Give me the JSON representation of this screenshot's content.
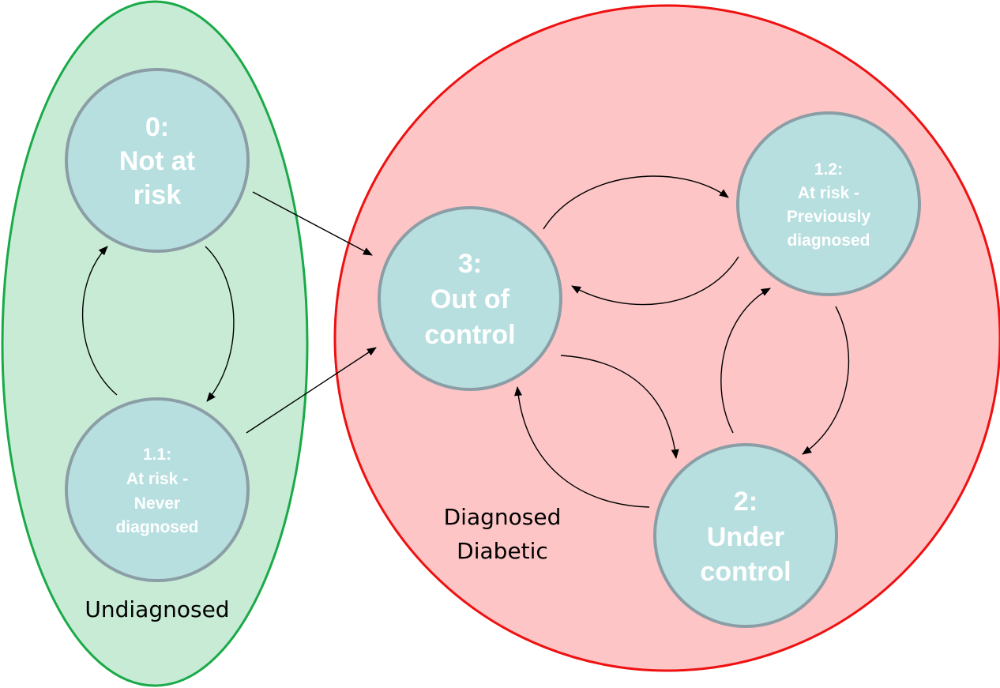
{
  "colors": {
    "undiagnosed_fill": "#c8ebd5",
    "undiagnosed_stroke": "#1aaa48",
    "diagnosed_fill": "#fdc5c6",
    "diagnosed_stroke": "#ee1111",
    "state_fill": "#b8dfe0",
    "state_stroke": "#8b9ea6",
    "state_text": "#ffffff"
  },
  "regions": {
    "undiagnosed": {
      "label": "Undiagnosed"
    },
    "diagnosed": {
      "label_line1": "Diagnosed",
      "label_line2": "Diabetic"
    }
  },
  "states": {
    "s0": {
      "line1": "0:",
      "line2": "Not at",
      "line3": "risk"
    },
    "s11": {
      "line1": "1.1:",
      "line2": "At risk -",
      "line3": "Never",
      "line4": "diagnosed"
    },
    "s12": {
      "line1": "1.2:",
      "line2": "At risk -",
      "line3": "Previously",
      "line4": "diagnosed"
    },
    "s3": {
      "line1": "3:",
      "line2": "Out of",
      "line3": "control"
    },
    "s2": {
      "line1": "2:",
      "line2": "Under",
      "line3": "control"
    }
  },
  "transitions": [
    {
      "from": "0",
      "to": "1.1"
    },
    {
      "from": "1.1",
      "to": "0"
    },
    {
      "from": "0",
      "to": "3"
    },
    {
      "from": "1.1",
      "to": "3"
    },
    {
      "from": "3",
      "to": "1.2"
    },
    {
      "from": "1.2",
      "to": "3"
    },
    {
      "from": "3",
      "to": "2"
    },
    {
      "from": "2",
      "to": "3"
    },
    {
      "from": "1.2",
      "to": "2"
    },
    {
      "from": "2",
      "to": "1.2"
    }
  ]
}
